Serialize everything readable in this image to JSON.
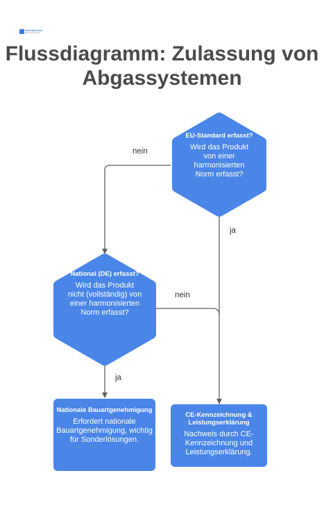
{
  "colors": {
    "node_fill": "#4a86e8",
    "edge": "#5f5f5f",
    "title": "#4a4a4a",
    "label": "#333333",
    "logo_mark": "#3b7ddd"
  },
  "logo": {
    "text": "Schmidt.com",
    "tagline": "Schornsteintechnik"
  },
  "title": "Flussdiagramm: Zulassung von Abgassystemen",
  "nodes": {
    "eu_standard": {
      "shape": "hexagon",
      "title": "EU-Standard erfasst?",
      "description": "Wird das Produkt von einer harmonisierten Norm erfasst?"
    },
    "national_de": {
      "shape": "hexagon",
      "title": "National (DE) erfasst?",
      "description": "Wird das Produkt nicht (vollständig) von einer harmonisierten Norm erfasst?"
    },
    "nationale_bauartgenehmigung": {
      "shape": "rounded-rectangle",
      "title": "Nationale Bauartgenehmigung",
      "description": "Erfordert nationale Bauartgenehmigung, wichtig für Sonderlösungen."
    },
    "ce_kennzeichnung": {
      "shape": "rounded-rectangle",
      "title": "CE-Kennzeichnung & Leistungserklärung",
      "description": "Nachweis durch CE-Kennzeichnung und Leistungserklärung."
    }
  },
  "edges": {
    "eu_nein": {
      "from": "eu_standard",
      "to": "national_de",
      "label": "nein"
    },
    "eu_ja": {
      "from": "eu_standard",
      "to": "ce_kennzeichnung",
      "label": "ja"
    },
    "de_nein": {
      "from": "national_de",
      "to": "ce_kennzeichnung",
      "label": "nein"
    },
    "de_ja": {
      "from": "national_de",
      "to": "nationale_bauartgenehmigung",
      "label": "ja"
    }
  }
}
